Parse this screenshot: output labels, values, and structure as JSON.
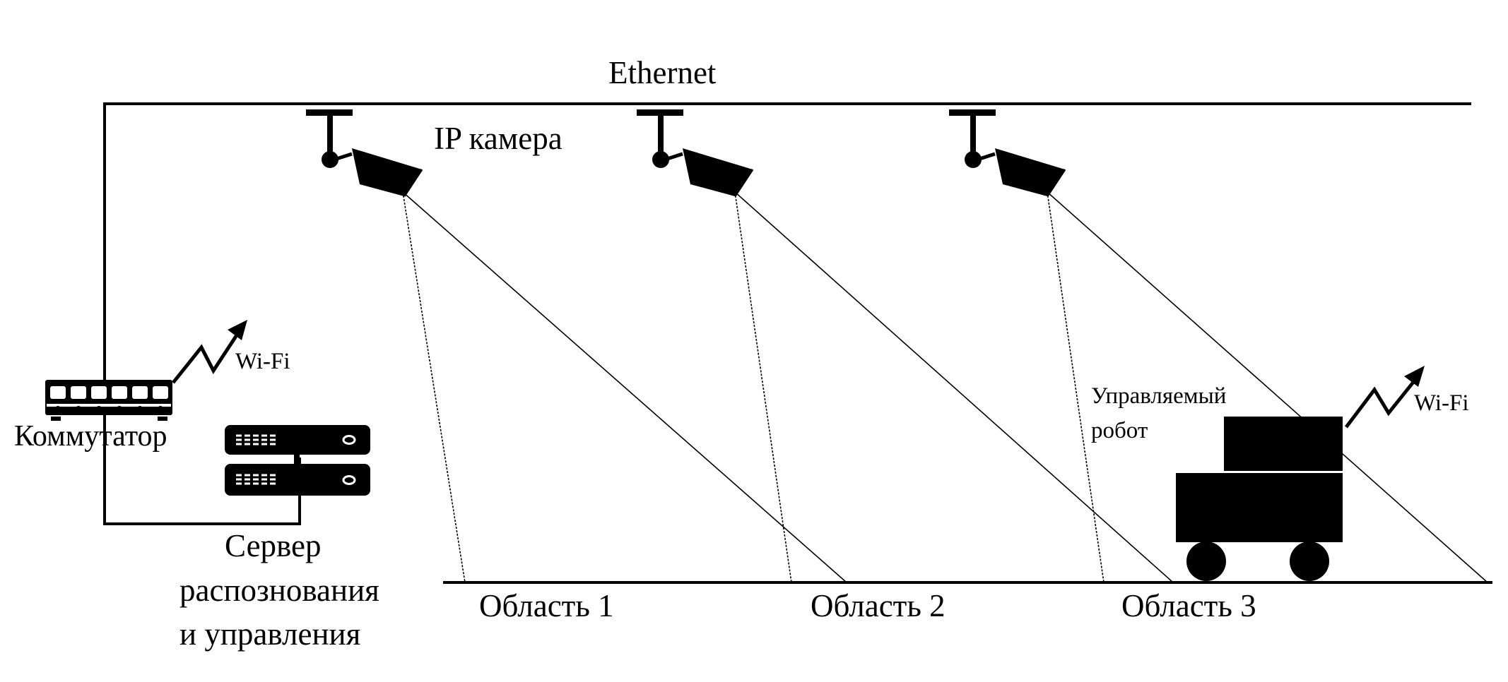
{
  "diagram": {
    "ethernet_label": "Ethernet",
    "camera_label": "IP камера",
    "switch_label": "Коммутатор",
    "wifi_switch_label": "Wi-Fi",
    "wifi_robot_label": "Wi-Fi",
    "robot_label_line1": "Управляемый",
    "robot_label_line2": "робот",
    "server_label_line1": "Сервер",
    "server_label_line2": "распознования",
    "server_label_line3": "и управления",
    "areas": [
      {
        "label": "Область 1"
      },
      {
        "label": "Область 2"
      },
      {
        "label": "Область 3"
      }
    ],
    "icons": {
      "camera": "cctv-camera-icon",
      "switch": "network-switch-icon",
      "server": "server-rack-icon",
      "robot": "robot-cart-icon",
      "wifi": "wifi-zigzag-arrow-icon"
    }
  }
}
